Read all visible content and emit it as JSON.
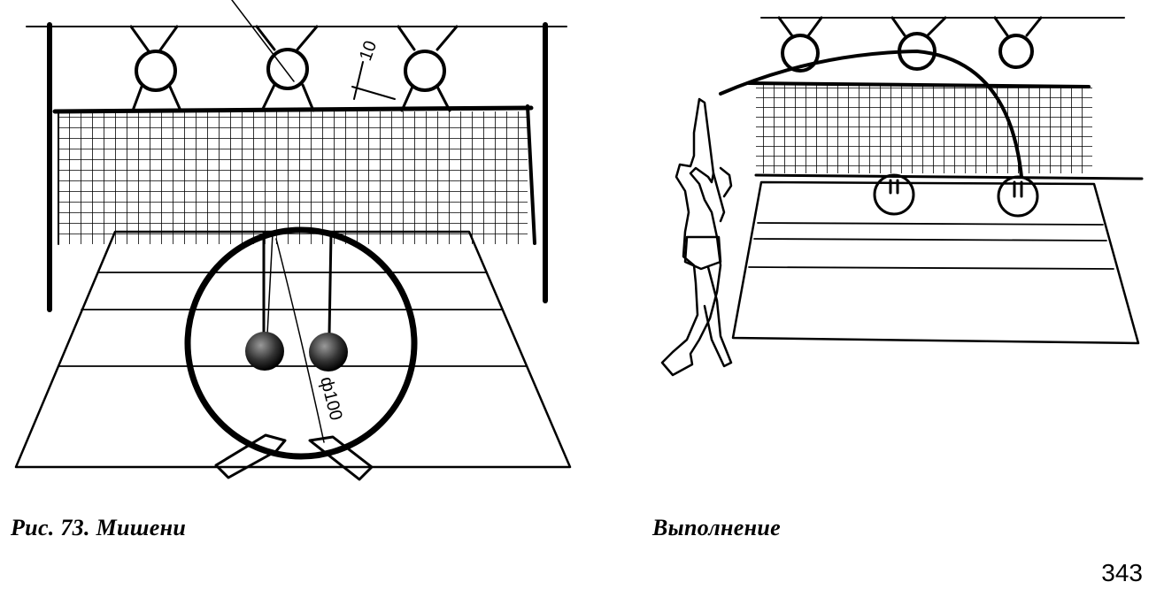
{
  "figure_left": {
    "caption_prefix": "Рис. 73.",
    "caption_text": "Мишени",
    "dimension_label": "ф100",
    "small_label": "10"
  },
  "figure_right": {
    "caption_text": "Выполнение"
  },
  "page_number": "343"
}
